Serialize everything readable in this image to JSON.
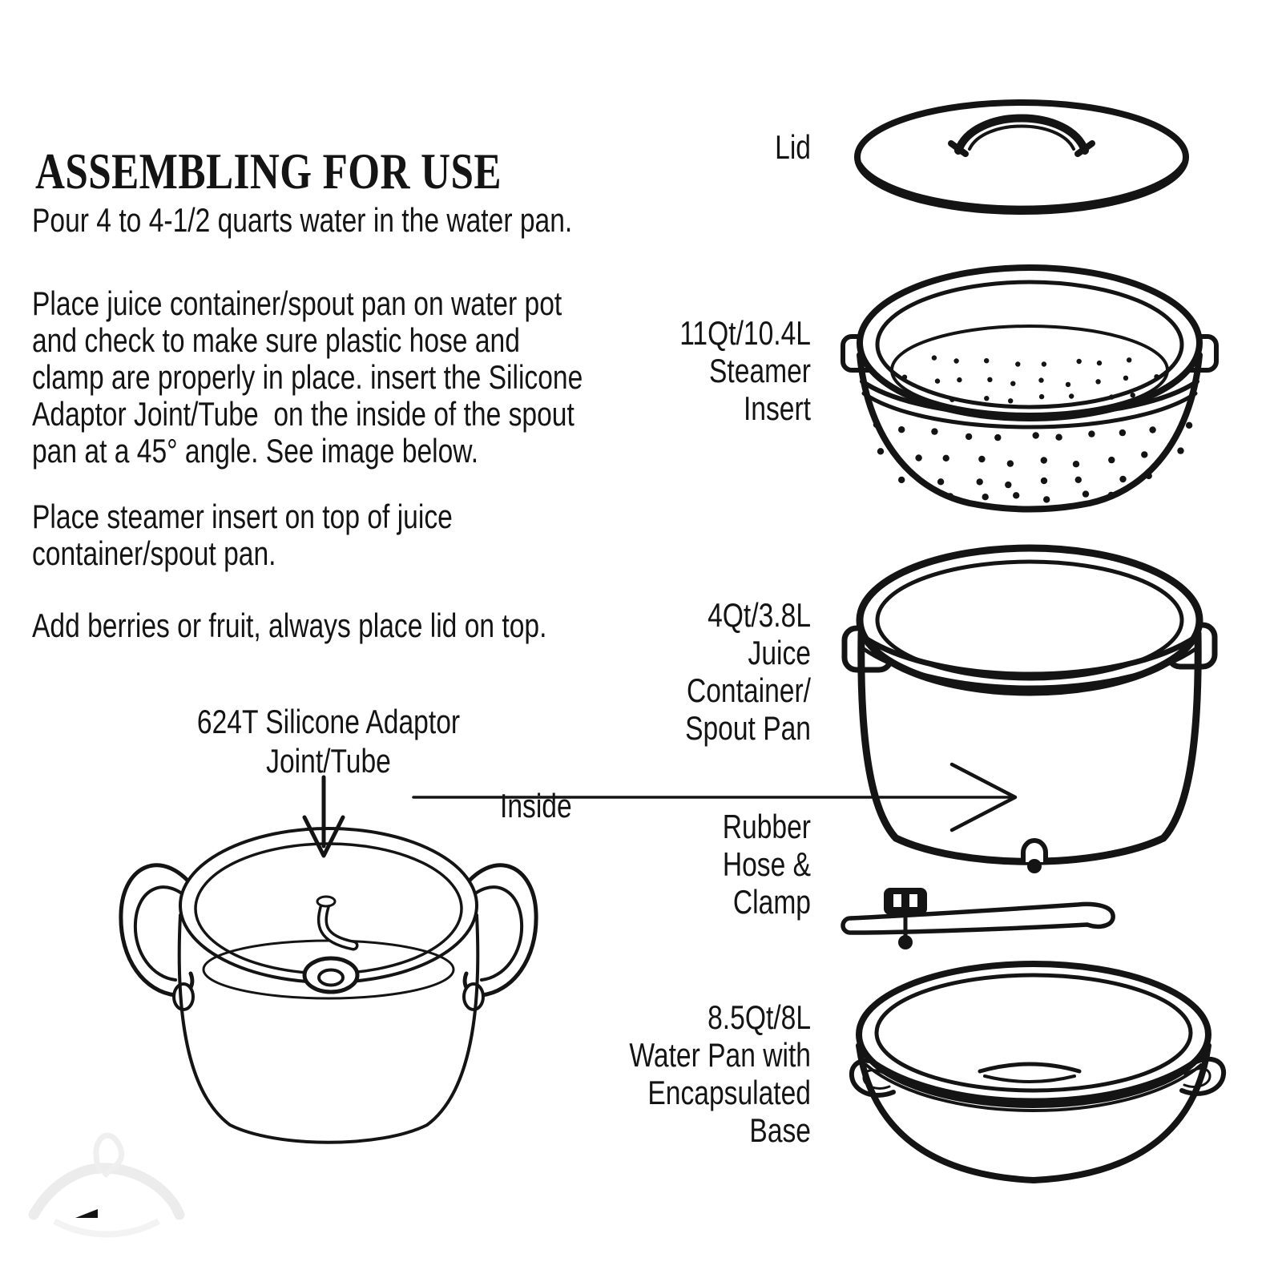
{
  "page": {
    "background_color": "#ffffff",
    "ink_color": "#141414"
  },
  "document": {
    "title": "ASSEMBLING FOR USE",
    "paragraphs": [
      "Pour 4 to 4-1/2 quarts water in the water pan.",
      "Place juice container/spout pan on water pot\nand check to make sure plastic hose and\nclamp are properly in place. insert the Silicone\nAdaptor Joint/Tube  on the inside of the spout\npan at a 45° angle. See image below.",
      "Place steamer insert on top of juice\ncontainer/spout pan.",
      "Add berries or fruit, always place lid on top."
    ]
  },
  "diagram": {
    "adaptor_callout": "624T Silicone Adaptor\nJoint/Tube",
    "inside_label": "Inside",
    "part_labels": {
      "lid": "Lid",
      "steamer_insert": "11Qt/10.4L\nSteamer\nInsert",
      "juice_container": "4Qt/3.8L\nJuice\nContainer/\nSpout Pan",
      "rubber_hose": "Rubber\nHose &\nClamp",
      "water_pan": "8.5Qt/8L\nWater Pan with\nEncapsulated\nBase"
    },
    "icons": {
      "down_arrow": "down-arrow-icon",
      "inside_arrow": "right-arrow-icon"
    }
  }
}
